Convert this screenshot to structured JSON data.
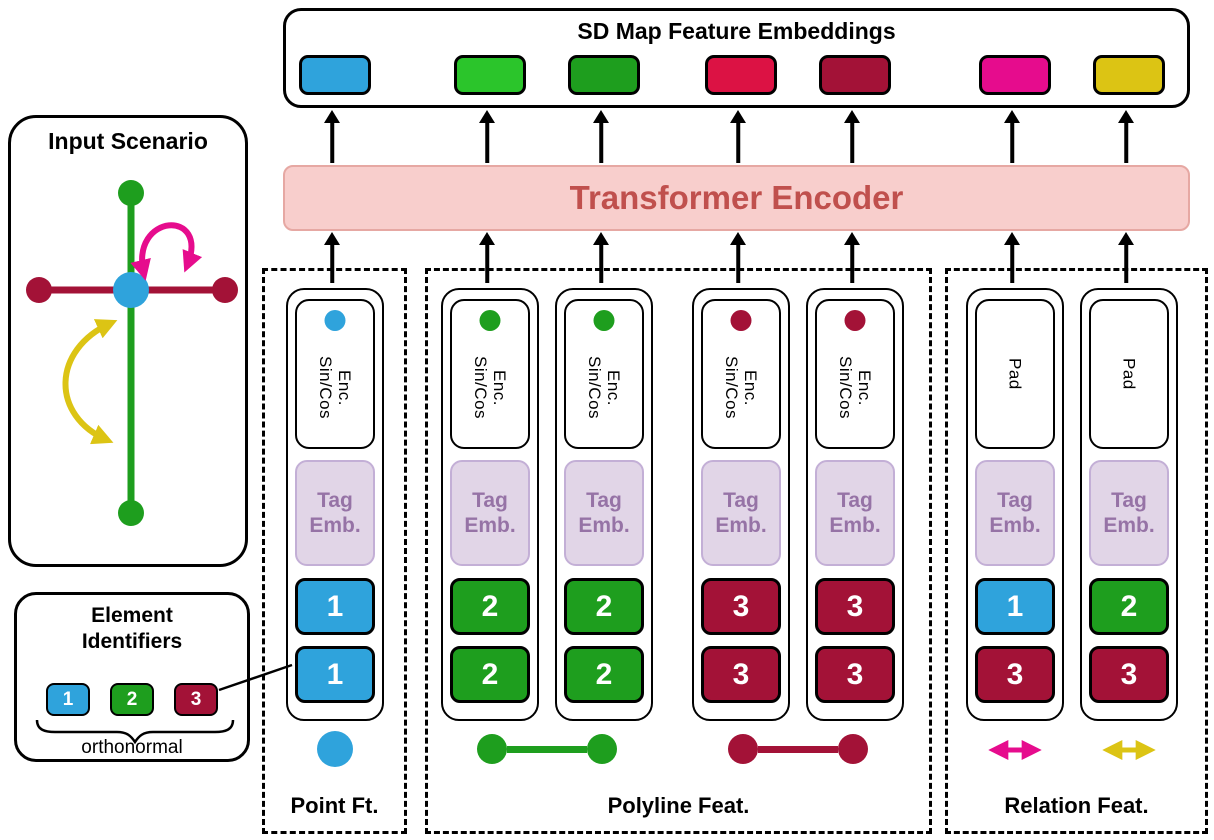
{
  "colors": {
    "blue": "#2FA3DC",
    "green_bright": "#2BC52B",
    "green": "#1E9E1E",
    "red_bright": "#DC1244",
    "red": "#A31237",
    "magenta": "#E60C8D",
    "yellow": "#DCC414",
    "encoder_fill": "#F8CECC",
    "encoder_text": "#C0504D",
    "tag_fill": "#E1D5E7",
    "tag_text": "#9673A6"
  },
  "header": {
    "title": "SD Map Feature Embeddings"
  },
  "embeddings": [
    "#2FA3DC",
    "#2BC52B",
    "#1E9E1E",
    "#DC1244",
    "#A31237",
    "#E60C8D",
    "#DCC414"
  ],
  "encoder": {
    "label": "Transformer Encoder"
  },
  "input_scenario": {
    "title": "Input Scenario"
  },
  "element_identifiers": {
    "title": "Element Identifiers",
    "items": [
      {
        "label": "1",
        "color": "#2FA3DC"
      },
      {
        "label": "2",
        "color": "#1E9E1E"
      },
      {
        "label": "3",
        "color": "#A31237"
      }
    ],
    "caption": "orthonormal"
  },
  "columns": [
    {
      "encoder_lines": [
        "Sin/Cos",
        "Enc."
      ],
      "dot_color": "#2FA3DC",
      "tag": "Tag Emb.",
      "ids": [
        {
          "label": "1",
          "color": "#2FA3DC"
        },
        {
          "label": "1",
          "color": "#2FA3DC"
        }
      ]
    },
    {
      "encoder_lines": [
        "Sin/Cos",
        "Enc."
      ],
      "dot_color": "#1E9E1E",
      "tag": "Tag Emb.",
      "ids": [
        {
          "label": "2",
          "color": "#1E9E1E"
        },
        {
          "label": "2",
          "color": "#1E9E1E"
        }
      ]
    },
    {
      "encoder_lines": [
        "Sin/Cos",
        "Enc."
      ],
      "dot_color": "#1E9E1E",
      "tag": "Tag Emb.",
      "ids": [
        {
          "label": "2",
          "color": "#1E9E1E"
        },
        {
          "label": "2",
          "color": "#1E9E1E"
        }
      ]
    },
    {
      "encoder_lines": [
        "Sin/Cos",
        "Enc."
      ],
      "dot_color": "#A31237",
      "tag": "Tag Emb.",
      "ids": [
        {
          "label": "3",
          "color": "#A31237"
        },
        {
          "label": "3",
          "color": "#A31237"
        }
      ]
    },
    {
      "encoder_lines": [
        "Sin/Cos",
        "Enc."
      ],
      "dot_color": "#A31237",
      "tag": "Tag Emb.",
      "ids": [
        {
          "label": "3",
          "color": "#A31237"
        },
        {
          "label": "3",
          "color": "#A31237"
        }
      ]
    },
    {
      "encoder_lines": [
        "Pad"
      ],
      "tag": "Tag Emb.",
      "ids": [
        {
          "label": "1",
          "color": "#2FA3DC"
        },
        {
          "label": "3",
          "color": "#A31237"
        }
      ]
    },
    {
      "encoder_lines": [
        "Pad"
      ],
      "tag": "Tag Emb.",
      "ids": [
        {
          "label": "2",
          "color": "#1E9E1E"
        },
        {
          "label": "3",
          "color": "#A31237"
        }
      ]
    }
  ],
  "groups": [
    {
      "label": "Point Ft."
    },
    {
      "label": "Polyline Feat."
    },
    {
      "label": "Relation Feat."
    }
  ]
}
